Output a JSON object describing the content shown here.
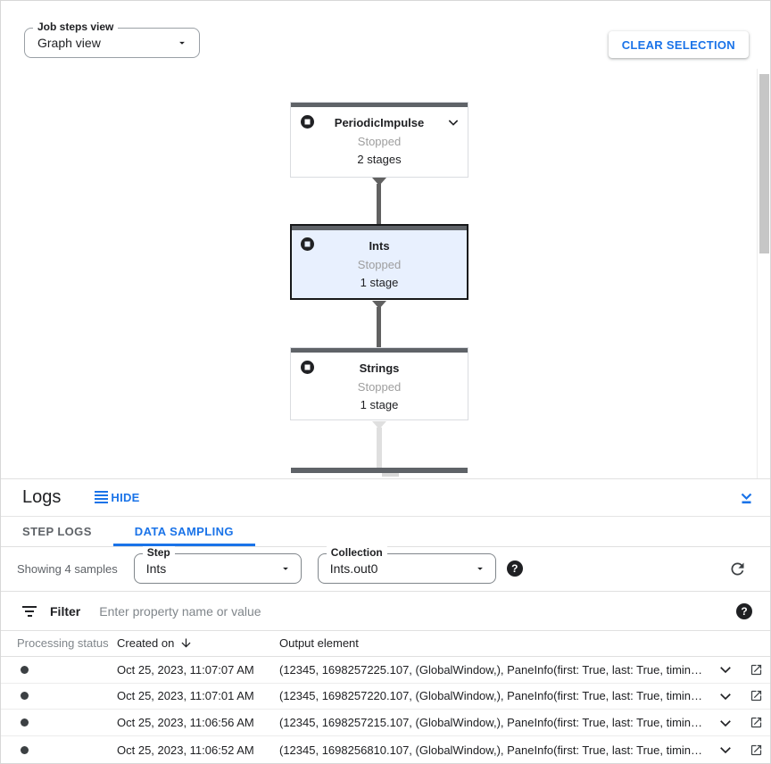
{
  "header": {
    "view_selector": {
      "label": "Job steps view",
      "value": "Graph view"
    },
    "clear_selection_label": "CLEAR SELECTION"
  },
  "graph": {
    "nodes": [
      {
        "title": "PeriodicImpulse",
        "status": "Stopped",
        "stages": "2 stages",
        "selected": false,
        "status_icon": "stop-icon",
        "expand_icon": "chevron-down-icon"
      },
      {
        "title": "Ints",
        "status": "Stopped",
        "stages": "1 stage",
        "selected": true,
        "status_icon": "stop-icon"
      },
      {
        "title": "Strings",
        "status": "Stopped",
        "stages": "1 stage",
        "selected": false,
        "status_icon": "stop-icon"
      }
    ]
  },
  "logs": {
    "title": "Logs",
    "hide_label": "HIDE",
    "tabs": [
      {
        "label": "STEP LOGS",
        "active": false
      },
      {
        "label": "DATA SAMPLING",
        "active": true
      }
    ],
    "toolbar": {
      "showing_text": "Showing 4 samples",
      "step_field": {
        "label": "Step",
        "value": "Ints"
      },
      "collection_field": {
        "label": "Collection",
        "value": "Ints.out0"
      },
      "help_glyph": "?"
    },
    "filter": {
      "label": "Filter",
      "placeholder": "Enter property name or value",
      "help_glyph": "?"
    },
    "table": {
      "columns": {
        "status": "Processing status",
        "created": "Created on",
        "output": "Output element"
      },
      "rows": [
        {
          "created_on": "Oct 25, 2023, 11:07:07 AM",
          "output_element": "(12345, 1698257225.107, (GlobalWindow,), PaneInfo(first: True, last: True, timing…"
        },
        {
          "created_on": "Oct 25, 2023, 11:07:01 AM",
          "output_element": "(12345, 1698257220.107, (GlobalWindow,), PaneInfo(first: True, last: True, timing…"
        },
        {
          "created_on": "Oct 25, 2023, 11:06:56 AM",
          "output_element": "(12345, 1698257215.107, (GlobalWindow,), PaneInfo(first: True, last: True, timing…"
        },
        {
          "created_on": "Oct 25, 2023, 11:06:52 AM",
          "output_element": "(12345, 1698256810.107, (GlobalWindow,), PaneInfo(first: True, last: True, timing…"
        }
      ]
    }
  },
  "colors": {
    "accent_blue": "#1a73e8",
    "selected_node_bg": "#e8f0fe",
    "node_top_bar": "#5f6368",
    "edge_dark": "#616161",
    "edge_light": "#dfdfdf",
    "muted_text": "#80868b"
  }
}
